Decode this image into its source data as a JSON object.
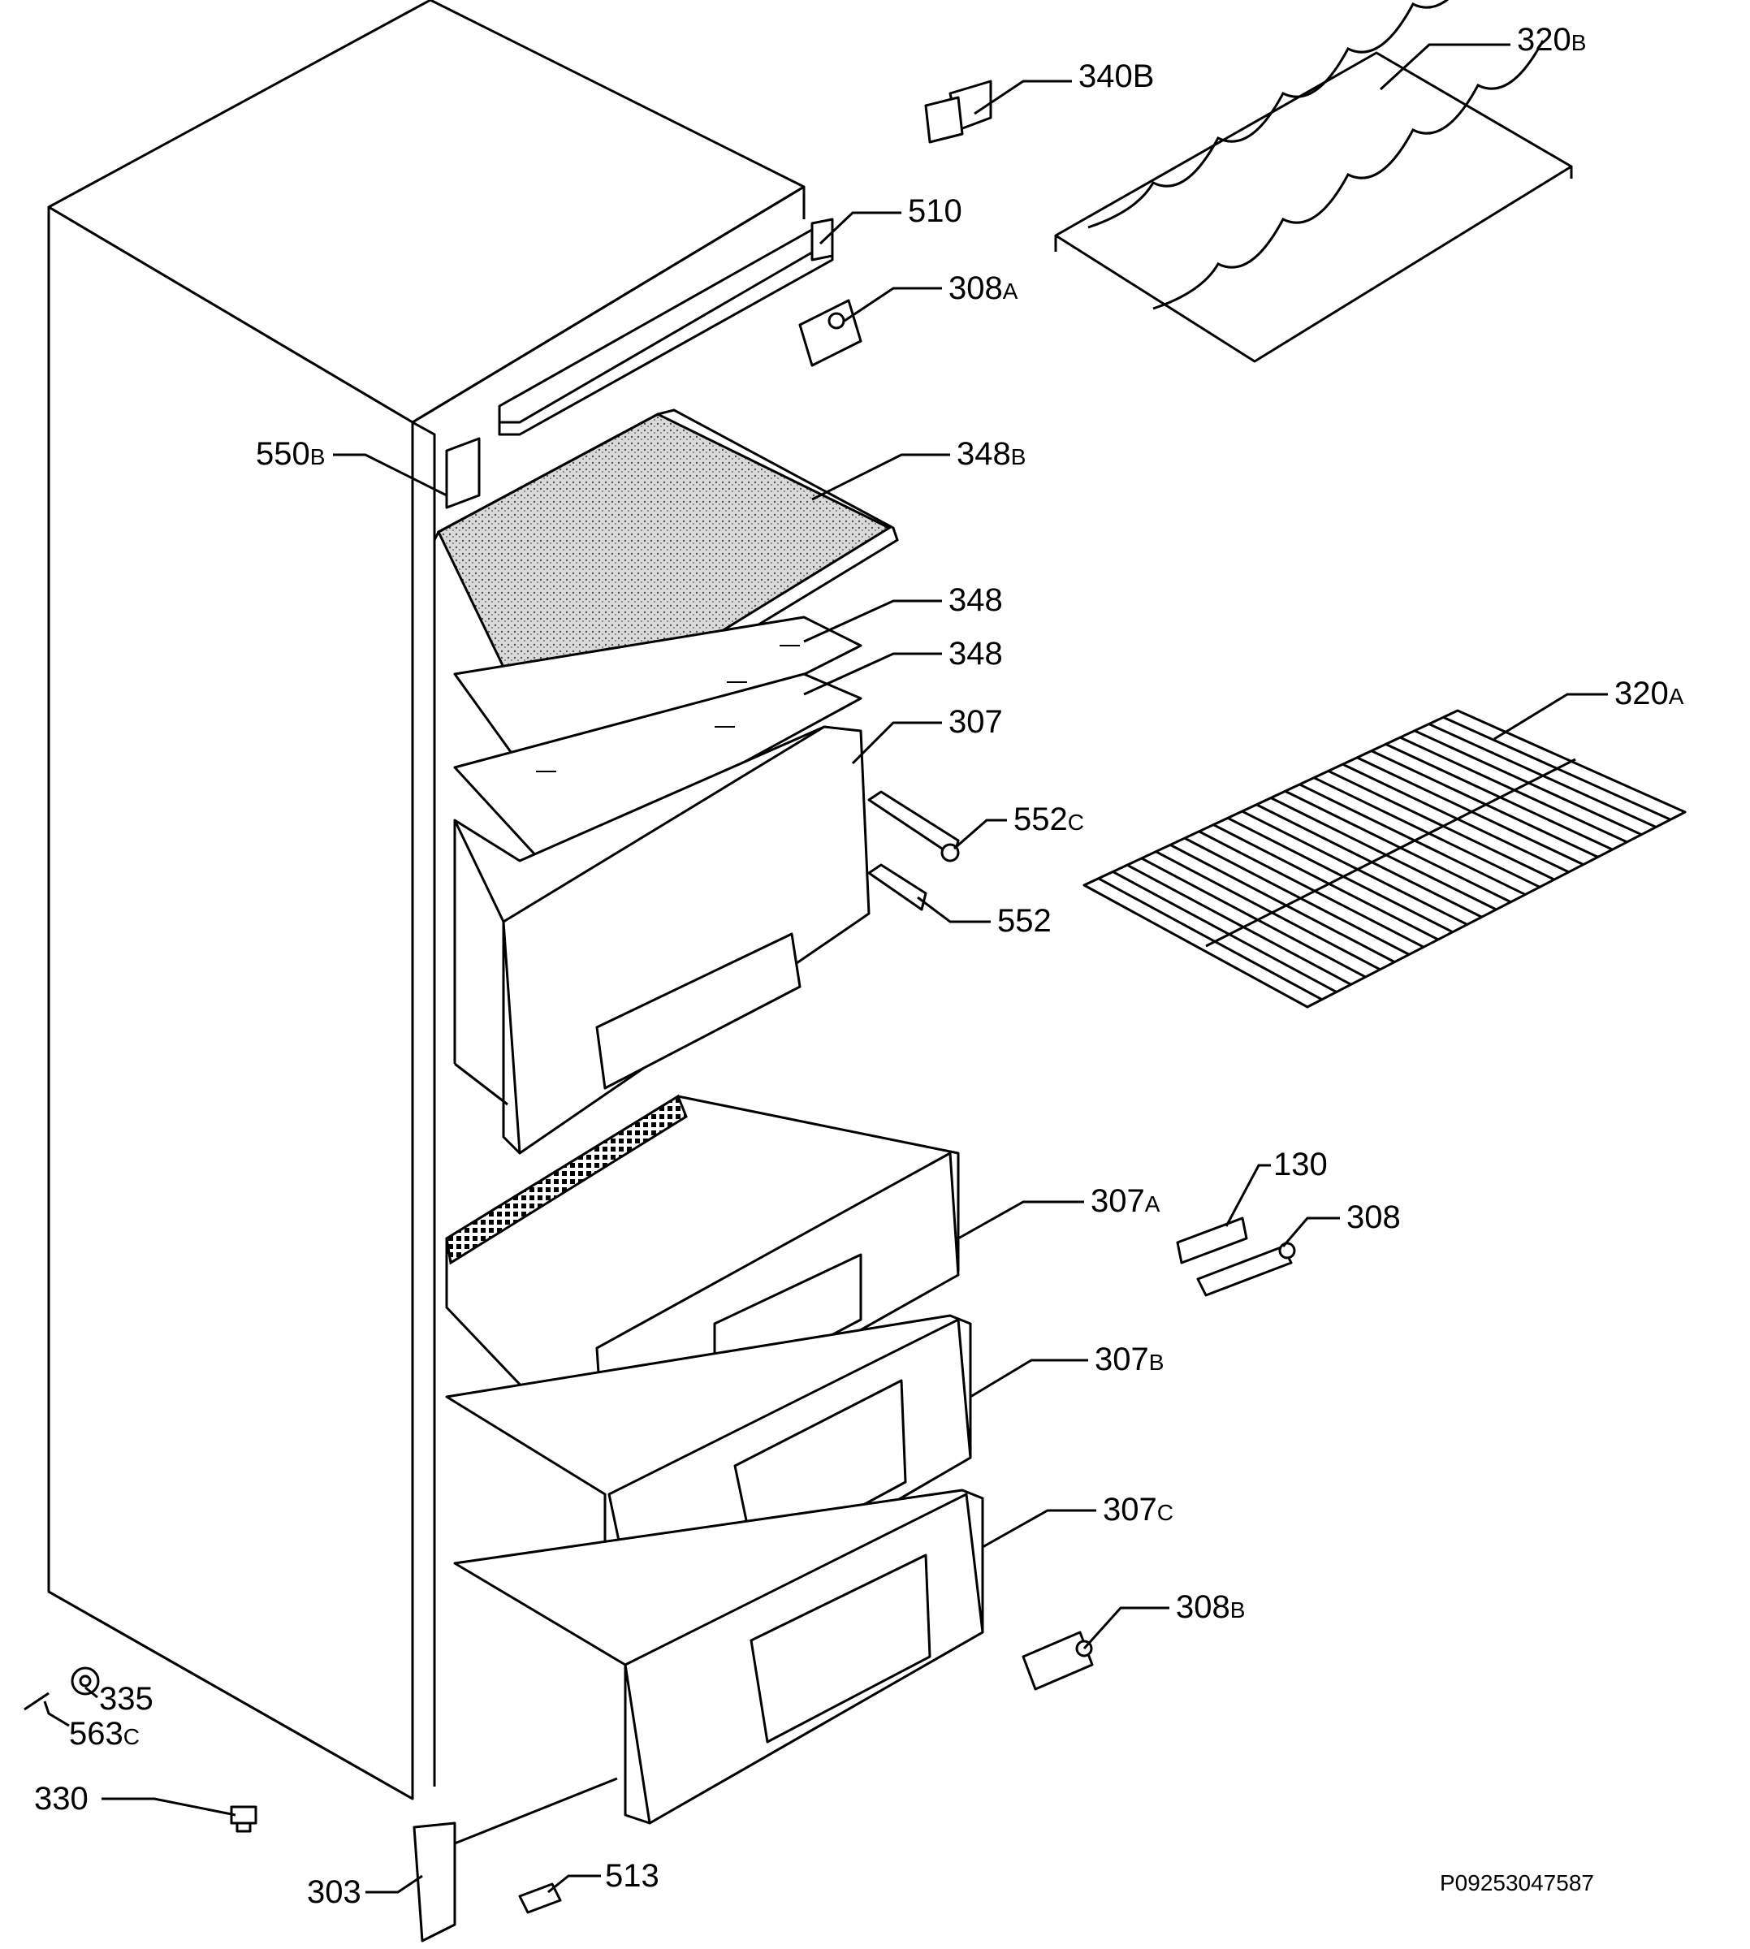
{
  "labels": [
    {
      "id": "320B",
      "num": "320",
      "suf": "B"
    },
    {
      "id": "340B",
      "num": "340B",
      "suf": ""
    },
    {
      "id": "510",
      "num": "510",
      "suf": ""
    },
    {
      "id": "308A",
      "num": "308",
      "suf": "A"
    },
    {
      "id": "550B",
      "num": "550",
      "suf": "B"
    },
    {
      "id": "348B",
      "num": "348",
      "suf": "B"
    },
    {
      "id": "348-1",
      "num": "348",
      "suf": ""
    },
    {
      "id": "348-2",
      "num": "348",
      "suf": ""
    },
    {
      "id": "307",
      "num": "307",
      "suf": ""
    },
    {
      "id": "320A",
      "num": "320",
      "suf": "A"
    },
    {
      "id": "552C",
      "num": "552",
      "suf": "C"
    },
    {
      "id": "552",
      "num": "552",
      "suf": ""
    },
    {
      "id": "130",
      "num": "130",
      "suf": ""
    },
    {
      "id": "308",
      "num": "308",
      "suf": ""
    },
    {
      "id": "307A",
      "num": "307",
      "suf": "A"
    },
    {
      "id": "307B",
      "num": "307",
      "suf": "B"
    },
    {
      "id": "307C",
      "num": "307",
      "suf": "C"
    },
    {
      "id": "308B",
      "num": "308",
      "suf": "B"
    },
    {
      "id": "335",
      "num": "335",
      "suf": ""
    },
    {
      "id": "563C",
      "num": "563",
      "suf": "C"
    },
    {
      "id": "330",
      "num": "330",
      "suf": ""
    },
    {
      "id": "303",
      "num": "303",
      "suf": ""
    },
    {
      "id": "513",
      "num": "513",
      "suf": ""
    }
  ],
  "drawing_code": "P09253047587"
}
